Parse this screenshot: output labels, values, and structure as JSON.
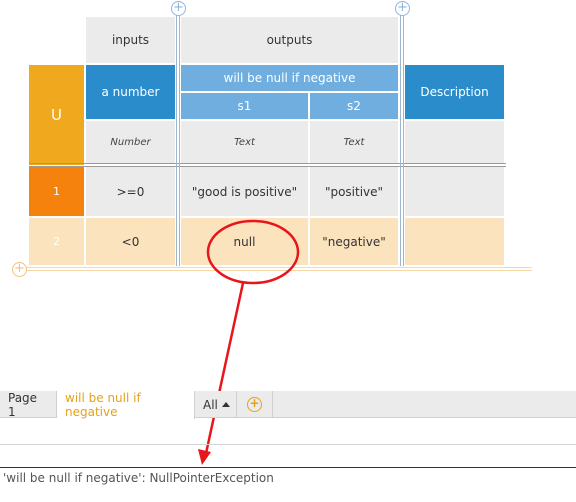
{
  "table": {
    "hit_policy": "U",
    "inputs_header": "inputs",
    "outputs_header": "outputs",
    "input_column": {
      "label": "a number",
      "type": "Number"
    },
    "output_group_label": "will be null if negative",
    "output_columns": [
      {
        "label": "s1",
        "type": "Text"
      },
      {
        "label": "s2",
        "type": "Text"
      }
    ],
    "annotation_header": "Description",
    "rows": [
      {
        "number": "1",
        "input": ">=0",
        "s1": "\"good is positive\"",
        "s2": "\"positive\"",
        "description": ""
      },
      {
        "number": "2",
        "input": "<0",
        "s1": "null",
        "s2": "\"negative\"",
        "description": ""
      }
    ]
  },
  "tabs": {
    "items": [
      "Page 1",
      "will be null if negative",
      "All"
    ],
    "active_index": 1,
    "add_icon": "plus-circle-icon",
    "dropdown_icon": "triangle-up-icon"
  },
  "error_message": "'will be null if negative': NullPointerException",
  "colors": {
    "hit_policy": "#f0a81f",
    "row1_number": "#f5820c",
    "row2_number": "#fbe3bd",
    "header_blue": "#2b8ccc",
    "header_light_blue": "#6faedf",
    "annotation_red": "#e8151b",
    "active_tab_text": "#e3a21a"
  }
}
